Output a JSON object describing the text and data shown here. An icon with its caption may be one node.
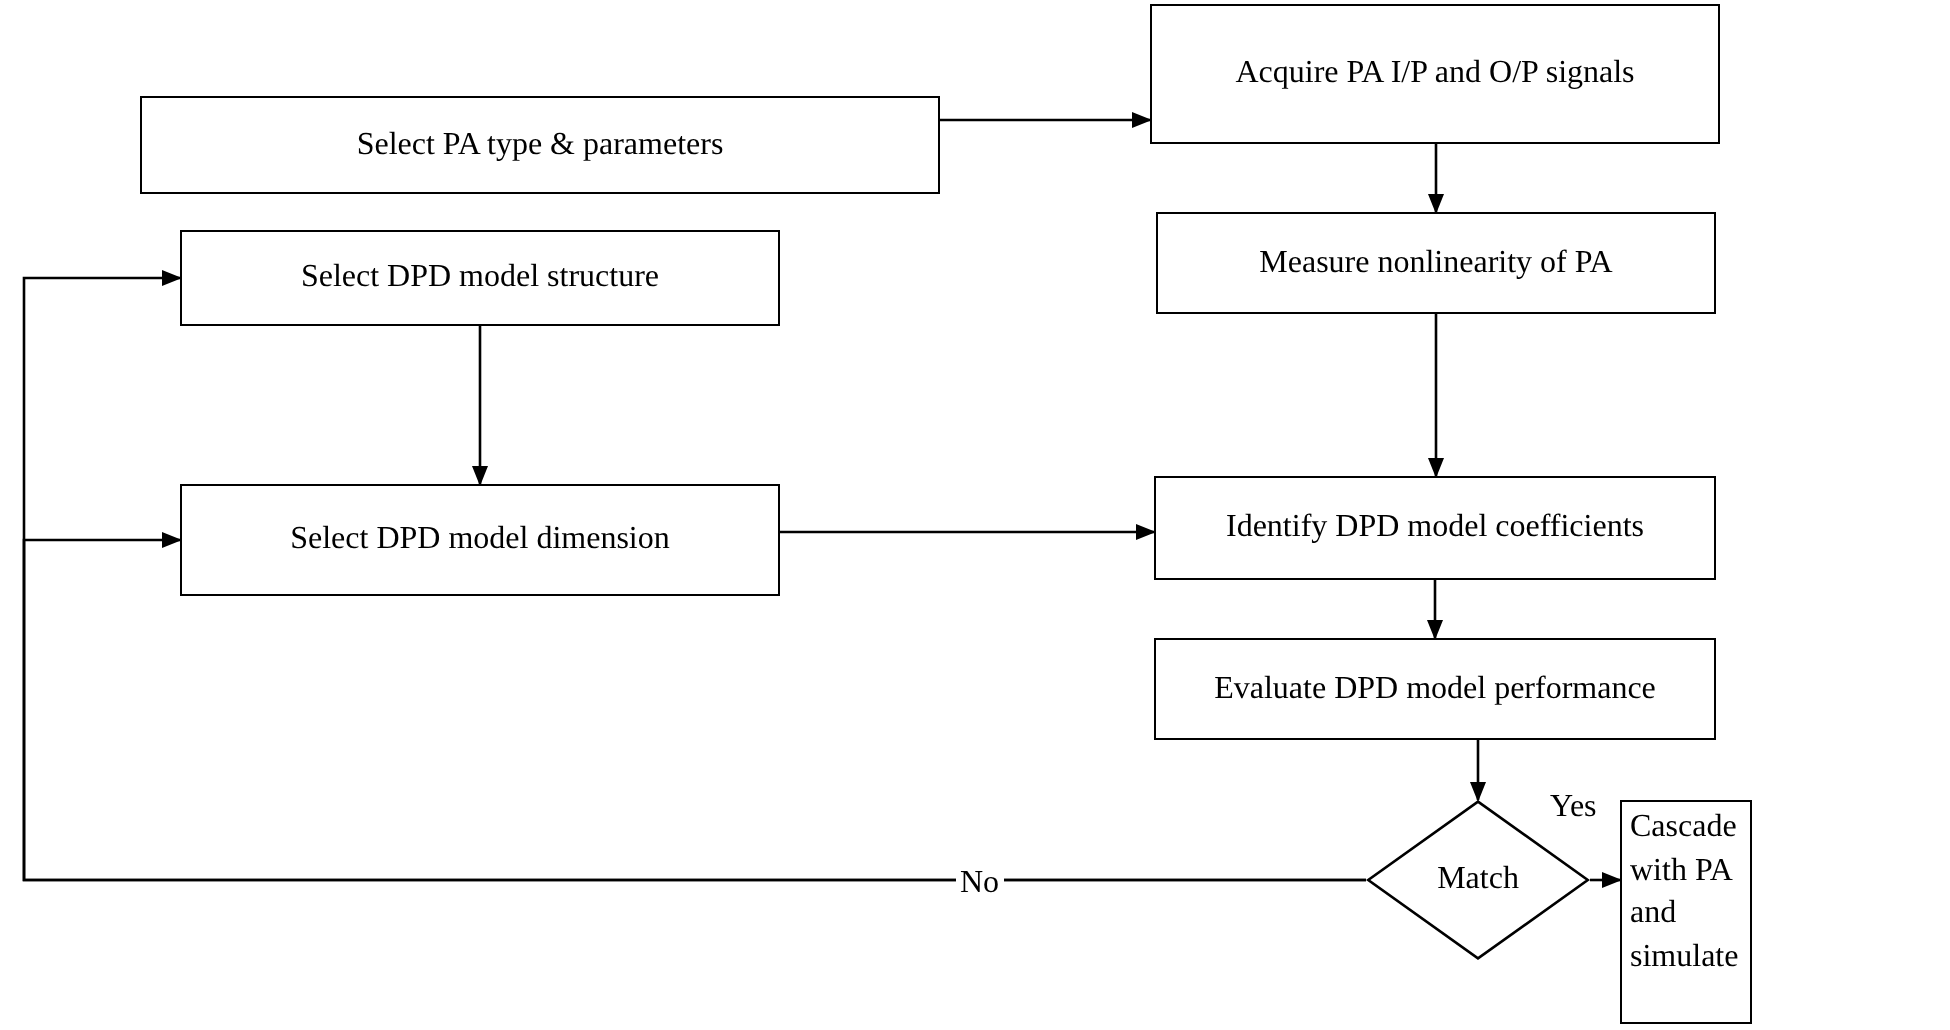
{
  "diagram": {
    "nodes": [
      {
        "text": [
          "Select PA type & parameters"
        ]
      },
      {
        "text": [
          "Acquire PA I/P and O/P signals"
        ]
      },
      {
        "text": [
          "Select DPD model structure"
        ]
      },
      {
        "text": [
          "Measure nonlinearity of PA"
        ]
      },
      {
        "text": [
          "Select DPD model dimension"
        ]
      },
      {
        "text": [
          "Identify DPD model coefficients"
        ]
      },
      {
        "text": [
          "Evaluate DPD model performance"
        ]
      },
      {
        "text": [
          "Match"
        ]
      },
      {
        "text": [
          "Cascade with PA and simulate"
        ]
      }
    ],
    "edges": [
      {
        "from": 0,
        "to": 1,
        "arrow": "to"
      },
      {
        "from": 1,
        "to": 3,
        "arrow": "to"
      },
      {
        "from": 3,
        "to": 5,
        "arrow": "to"
      },
      {
        "from": 5,
        "to": 6,
        "arrow": "to"
      },
      {
        "from": 6,
        "to": 7,
        "arrow": "to"
      },
      {
        "from": 7,
        "to": 8,
        "arrow": "to",
        "label": "Yes"
      },
      {
        "from": 7,
        "to": 2,
        "arrow": "to",
        "label": "No"
      },
      {
        "from": 7,
        "to": 4,
        "arrow": "to"
      },
      {
        "from": 2,
        "to": 4,
        "arrow": "to"
      },
      {
        "from": 4,
        "to": 5,
        "arrow": "to"
      }
    ]
  }
}
